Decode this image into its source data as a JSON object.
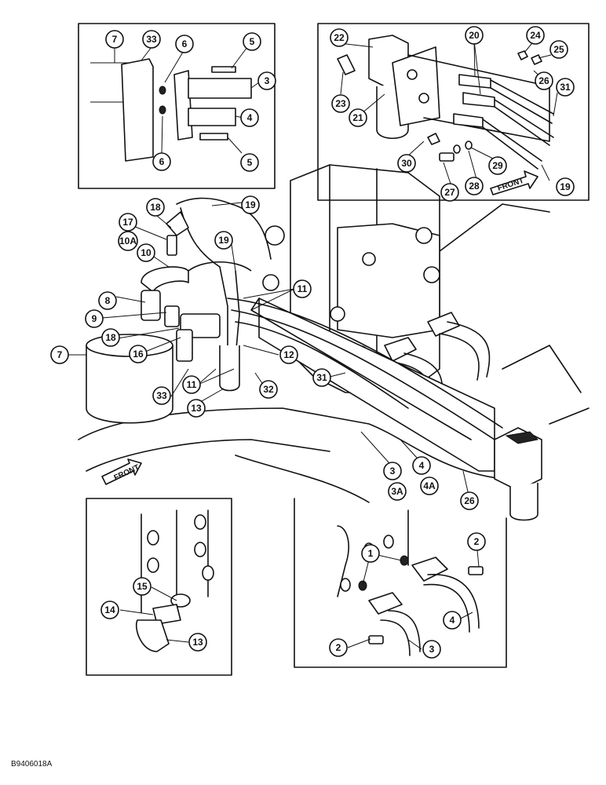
{
  "figure_code": "B9406018A",
  "front_labels": [
    "FRONT",
    "FRONT"
  ],
  "callouts": [
    "7",
    "33",
    "6",
    "5",
    "3",
    "4",
    "6",
    "5",
    "22",
    "20",
    "24",
    "25",
    "26",
    "31",
    "23",
    "21",
    "30",
    "29",
    "19",
    "27",
    "28",
    "18",
    "19",
    "17",
    "10A",
    "10",
    "19",
    "8",
    "9",
    "11",
    "18",
    "16",
    "7",
    "12",
    "31",
    "11",
    "33",
    "13",
    "32",
    "3",
    "3A",
    "4",
    "4A",
    "26",
    "15",
    "14",
    "13",
    "1",
    "2",
    "4",
    "2",
    "3"
  ]
}
